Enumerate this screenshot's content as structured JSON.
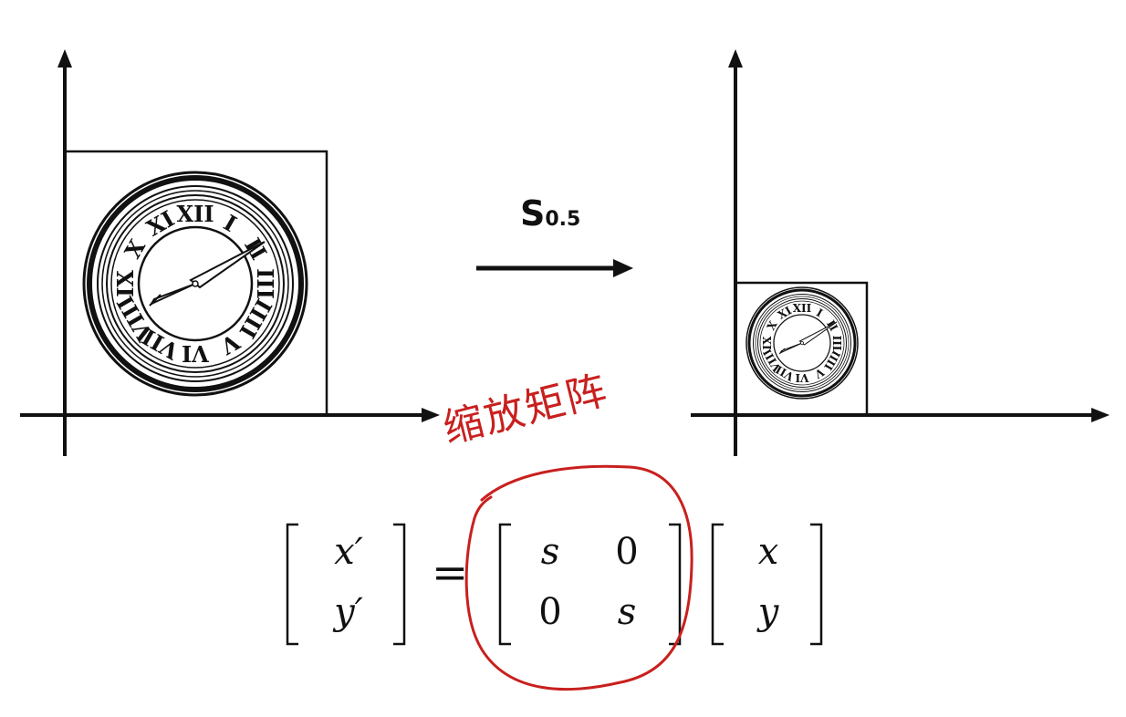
{
  "transform": {
    "symbol": "S",
    "subscript": "0.5"
  },
  "annotation": {
    "text": "缩放矩阵",
    "color": "#c8201e"
  },
  "equation": {
    "lhs": [
      "x′",
      "y′"
    ],
    "equals": "=",
    "matrix": [
      [
        "s",
        "0"
      ],
      [
        "0",
        "s"
      ]
    ],
    "rhs": [
      "x",
      "y"
    ]
  },
  "clock": {
    "numerals": [
      "XII",
      "I",
      "II",
      "III",
      "IIII",
      "V",
      "VI",
      "VII",
      "VIII",
      "IX",
      "X",
      "XI"
    ]
  }
}
